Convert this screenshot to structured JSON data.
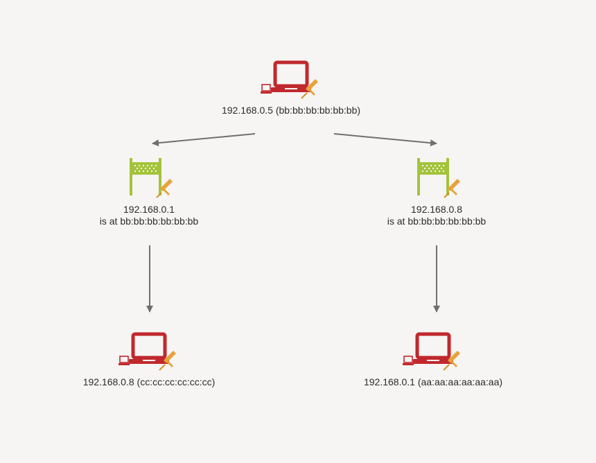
{
  "colors": {
    "laptop": "#c0282d",
    "fence": "#a3c33a",
    "pin": "#e8a23a",
    "arrow": "#6f6f6f",
    "background": "#f6f5f3"
  },
  "nodes": {
    "attacker": {
      "icon": "laptop-icon",
      "label": "192.168.0.5 (bb:bb:bb:bb:bb:bb)"
    },
    "reply_left": {
      "icon": "fence-icon",
      "line1": "192.168.0.1",
      "line2": "is at bb:bb:bb:bb:bb:bb"
    },
    "reply_right": {
      "icon": "fence-icon",
      "line1": "192.168.0.8",
      "line2": "is at bb:bb:bb:bb:bb:bb"
    },
    "victim_left": {
      "icon": "laptop-icon",
      "label": "192.168.0.8 (cc:cc:cc:cc:cc:cc)"
    },
    "victim_right": {
      "icon": "laptop-icon",
      "label": "192.168.0.1 (aa:aa:aa:aa:aa:aa)"
    }
  },
  "edges": [
    {
      "from": "attacker",
      "to": "reply_left"
    },
    {
      "from": "attacker",
      "to": "reply_right"
    },
    {
      "from": "reply_left",
      "to": "victim_left"
    },
    {
      "from": "reply_right",
      "to": "victim_right"
    }
  ]
}
